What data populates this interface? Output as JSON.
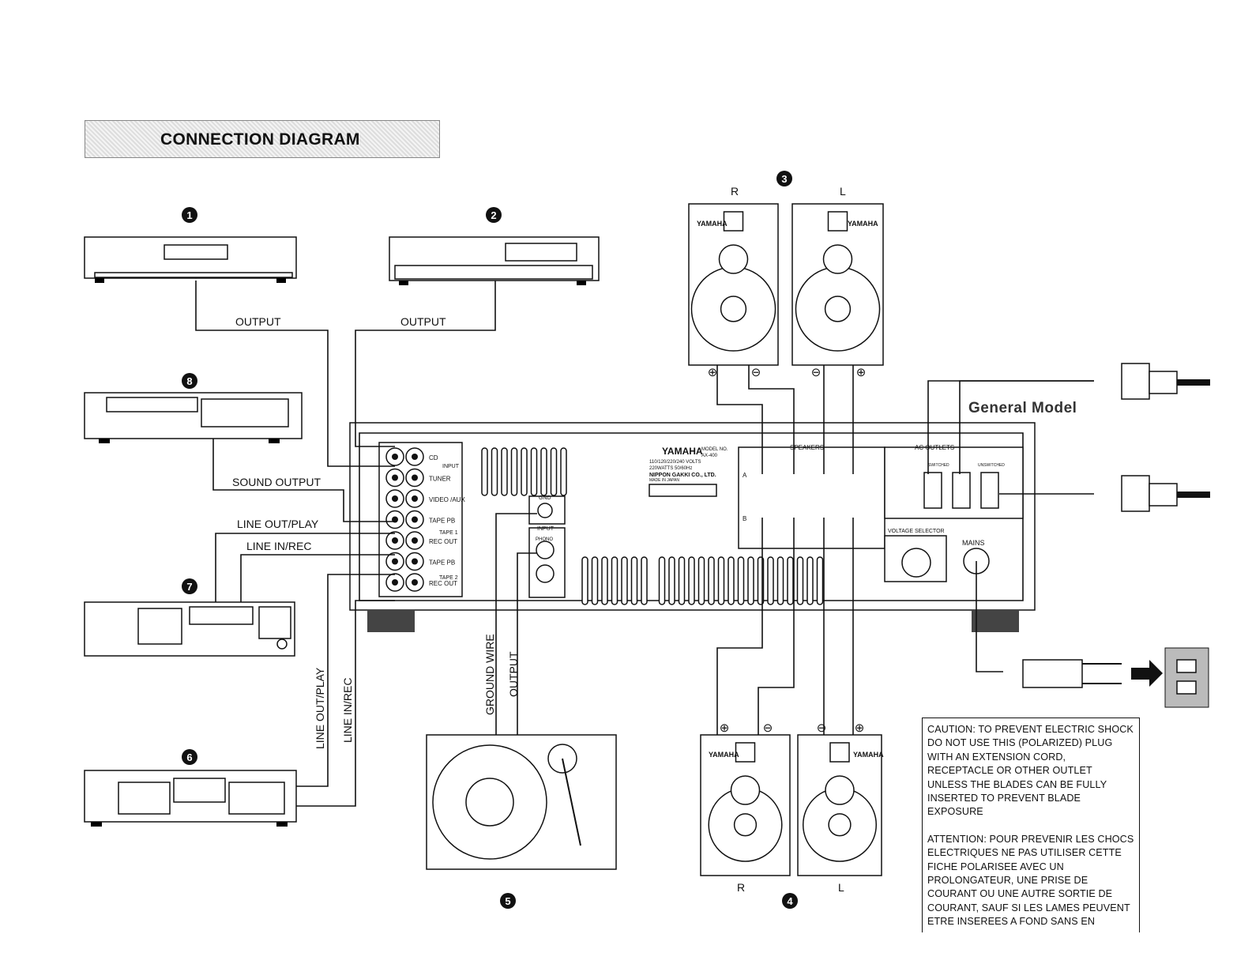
{
  "title": "CONNECTION DIAGRAM",
  "general_model": "General Model",
  "markers": [
    "1",
    "2",
    "3",
    "4",
    "5",
    "6",
    "7",
    "8"
  ],
  "wire_labels": {
    "cd_output": "OUTPUT",
    "tuner_output": "OUTPUT",
    "vcr_sound_output": "SOUND OUTPUT",
    "line_out_play": "LINE OUT/PLAY",
    "line_in_rec": "LINE IN/REC",
    "line_out_play_vertical": "LINE OUT/PLAY",
    "line_in_rec_vertical": "LINE IN/REC",
    "ground_wire": "GROUND WIRE",
    "phono_output": "OUTPUT"
  },
  "speaker_labels": {
    "top_r": "R",
    "top_l": "L",
    "bottom_r": "R",
    "bottom_l": "L",
    "plus": "⊕",
    "minus": "⊖",
    "brand": "YAMAHA"
  },
  "amplifier": {
    "inputs": [
      "CD",
      "TUNER",
      "VIDEO /AUX",
      "TAPE PB",
      "REC OUT",
      "TAPE PB",
      "REC OUT"
    ],
    "input_group": "INPUT",
    "tape1": "TAPE 1",
    "tape2": "TAPE 2",
    "gnd": "GND",
    "phono_input": "INPUT",
    "phono": "PHONO",
    "brand": "YAMAHA",
    "model_label": "MODEL NO.",
    "model": "AX-400",
    "volts": "110/120/220/240 VOLTS",
    "watts": "220WATTS 50/60Hz",
    "maker": "NIPPON GAKKI CO., LTD.",
    "made_in": "MADE IN JAPAN",
    "speakers": "SPEAKERS",
    "speaker_rows": [
      "A",
      "B"
    ],
    "ac_outlets": "AC OUTLETS",
    "switched": "SWITCHED",
    "unswitched": "UNSWITCHED",
    "voltage_selector": "VOLTAGE SELECTOR",
    "mains": "MAINS"
  },
  "caution": {
    "en": "CAUTION: TO PREVENT ELECTRIC SHOCK DO NOT USE THIS (POLARIZED) PLUG WITH AN EXTENSION CORD, RECEPTACLE OR OTHER OUTLET UNLESS THE BLADES CAN BE FULLY INSERTED TO PREVENT BLADE EXPOSURE",
    "fr": "ATTENTION: POUR PREVENIR LES CHOCS ELECTRIQUES NE PAS UTILISER CETTE FICHE POLARISEE AVEC UN PROLONGATEUR, UNE PRISE DE COURANT OU UNE AUTRE SORTIE DE COURANT, SAUF SI LES LAMES PEUVENT ETRE INSEREES A FOND SANS EN"
  }
}
